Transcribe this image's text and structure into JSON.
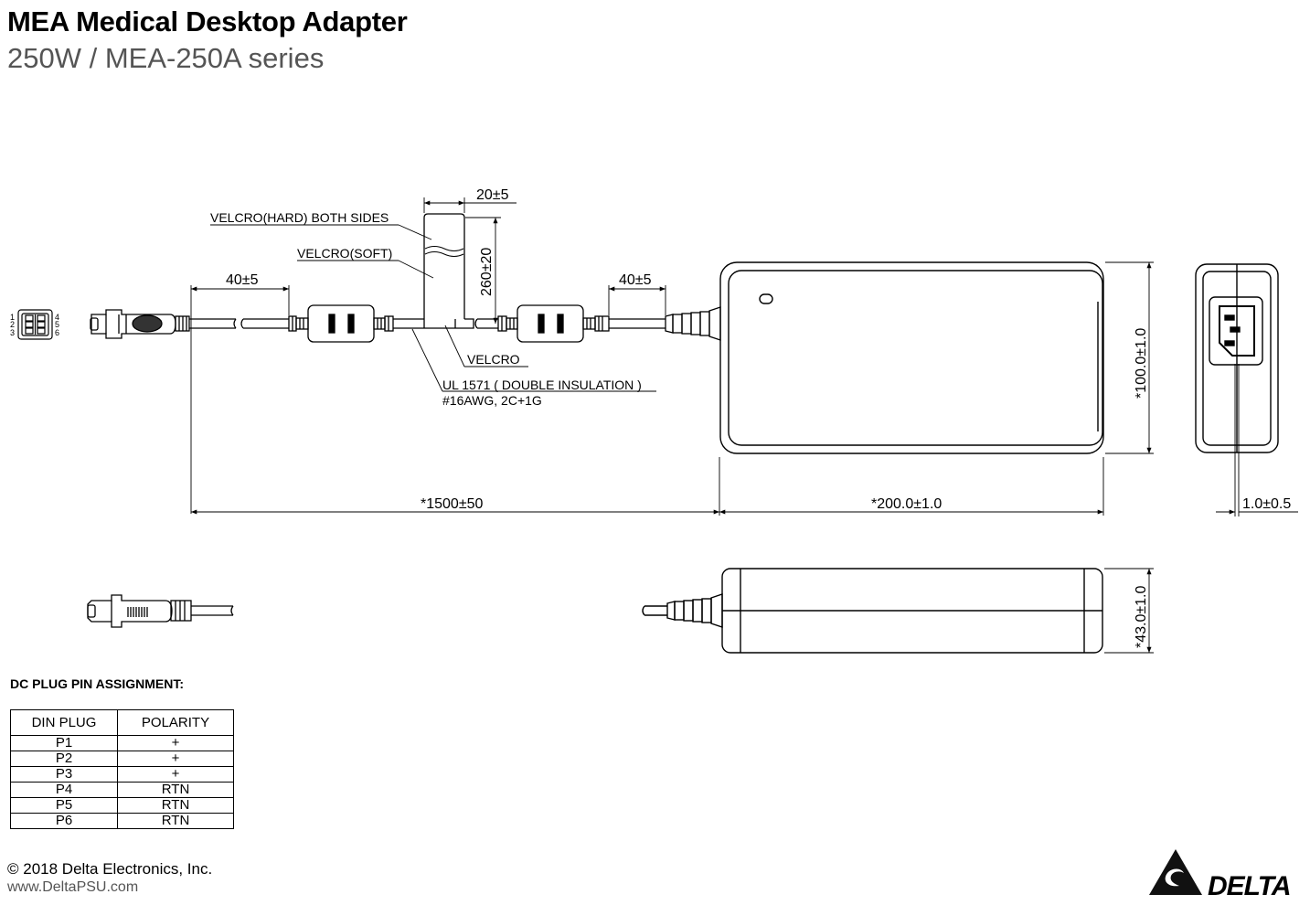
{
  "header": {
    "title": "MEA Medical Desktop Adapter",
    "subtitle": "250W / MEA-250A series"
  },
  "drawing": {
    "labels": {
      "velcro_hard": "VELCRO(HARD) BOTH SIDES",
      "velcro_soft": "VELCRO(SOFT)",
      "velcro": "VELCRO",
      "cable_spec_line1": "UL 1571 ( DOUBLE INSULATION )",
      "cable_spec_line2": "#16AWG, 2C+1G"
    },
    "dimensions": {
      "strap_width": "20±5",
      "strap_length": "260±20",
      "ferrite_left_offset": "40±5",
      "ferrite_right_offset": "40±5",
      "cable_length": "*1500±50",
      "body_length": "*200.0±1.0",
      "body_width": "*100.0±1.0",
      "body_height": "*43.0±1.0",
      "gap": "1.0±0.5"
    },
    "connector_pins": {
      "left": [
        "1",
        "2",
        "3"
      ],
      "right": [
        "4",
        "5",
        "6"
      ]
    }
  },
  "pin_table": {
    "heading": "DC PLUG PIN ASSIGNMENT:",
    "headers": [
      "DIN PLUG",
      "POLARITY"
    ],
    "rows": [
      [
        "P1",
        "+"
      ],
      [
        "P2",
        "+"
      ],
      [
        "P3",
        "+"
      ],
      [
        "P4",
        "RTN"
      ],
      [
        "P5",
        "RTN"
      ],
      [
        "P6",
        "RTN"
      ]
    ]
  },
  "footer": {
    "copyright": "© 2018 Delta Electronics, Inc.",
    "website": "www.DeltaPSU.com",
    "brand": "DELTA"
  }
}
